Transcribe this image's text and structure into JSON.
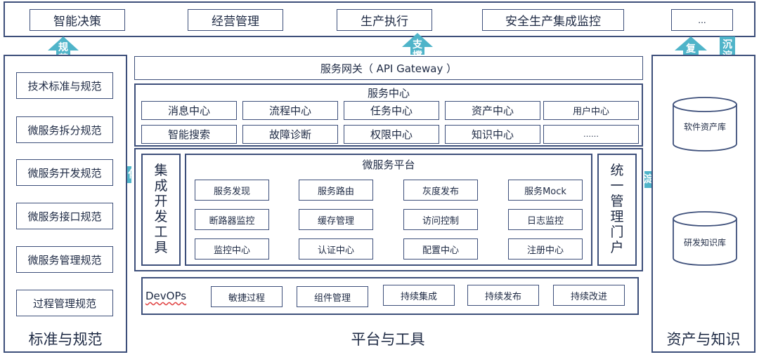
{
  "top_items": [
    "智能决策",
    "经营管理",
    "生产执行",
    "安全生产集成监控",
    "..."
  ],
  "arrows": {
    "norms_up": "规范",
    "support_up": "支撑",
    "reuse_up": "复用",
    "deposit_down": "沉淀",
    "solidify_right": "固化",
    "deposit_right": "沉淀"
  },
  "left_panel": {
    "title": "标准与规范",
    "items": [
      "技术标准与规范",
      "微服务拆分规范",
      "微服务开发规范",
      "微服务接口规范",
      "微服务管理规范",
      "过程管理规范"
    ]
  },
  "gateway": {
    "label": "服务网关（ API Gateway ）"
  },
  "service_center": {
    "title": "服务中心",
    "row1": [
      "消息中心",
      "流程中心",
      "任务中心",
      "资产中心",
      "用户中心"
    ],
    "row2": [
      "智能搜索",
      "故障诊断",
      "权限中心",
      "知识中心",
      "……"
    ]
  },
  "dev_tools": {
    "chars": [
      "集",
      "成",
      "开",
      "发",
      "工",
      "具"
    ]
  },
  "microservice_platform": {
    "title": "微服务平台",
    "rows": [
      [
        "服务发现",
        "服务路由",
        "灰度发布",
        "服务Mock"
      ],
      [
        "断路器监控",
        "缓存管理",
        "访问控制",
        "日志监控"
      ],
      [
        "监控中心",
        "认证中心",
        "配置中心",
        "注册中心"
      ]
    ]
  },
  "portal": {
    "chars": [
      "统",
      "一",
      "管",
      "理",
      "门",
      "户"
    ]
  },
  "devops": {
    "label": "DevOPs",
    "items": [
      "敏捷过程",
      "组件管理",
      "持续集成",
      "持续发布",
      "持续改进"
    ]
  },
  "center_panel": {
    "title": "平台与工具"
  },
  "right_panel": {
    "title": "资产与知识",
    "db1": "软件资产库",
    "db2": "研发知识库"
  },
  "colors": {
    "arrow": "#4fb4c9",
    "border": "#3d4f7a"
  }
}
